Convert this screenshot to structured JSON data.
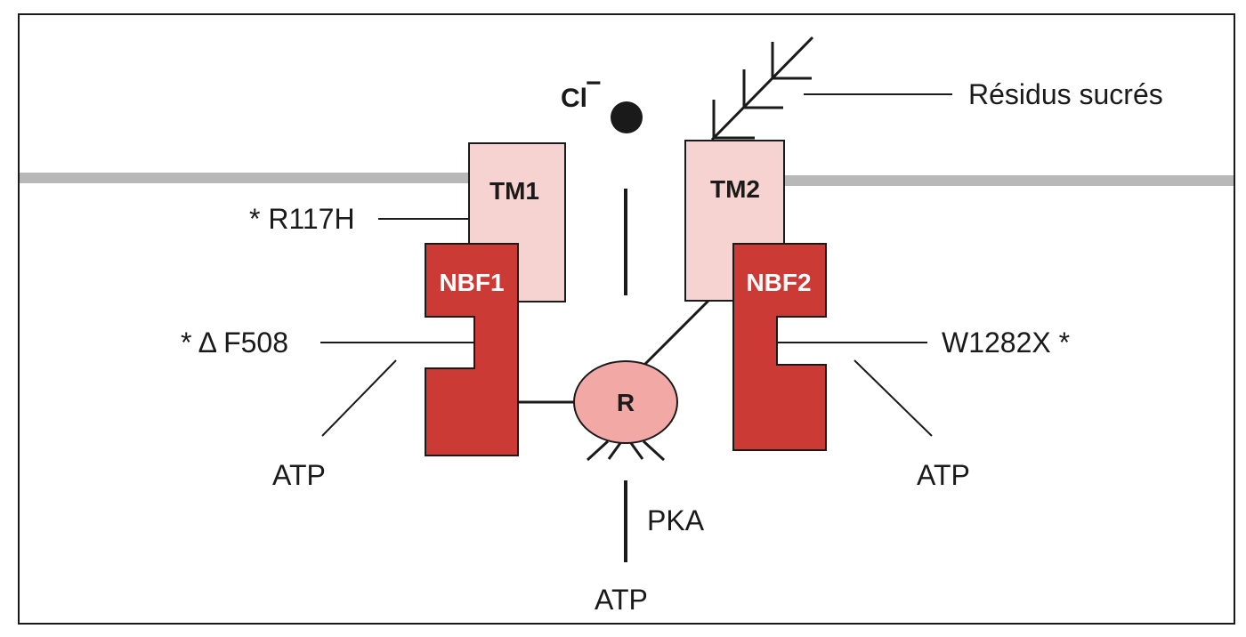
{
  "colors": {
    "nbf_fill": "#cc3a36",
    "tm_fill": "#f6d2d0",
    "r_fill": "#f2a8a4",
    "membrane": "#b8b8b8",
    "ink": "#1a1a1a"
  },
  "labels": {
    "chloride": "Cl",
    "chloride_charge": "−",
    "sugars": "Résidus sucrés",
    "tm1": "TM1",
    "tm2": "TM2",
    "nbf1": "NBF1",
    "nbf2": "NBF2",
    "r_domain": "R",
    "mutation_r117h": "* R117H",
    "mutation_df508": "* Δ F508",
    "mutation_w1282x": "W1282X *",
    "atp_left": "ATP",
    "atp_right": "ATP",
    "atp_bottom": "ATP",
    "pka": "PKA"
  }
}
